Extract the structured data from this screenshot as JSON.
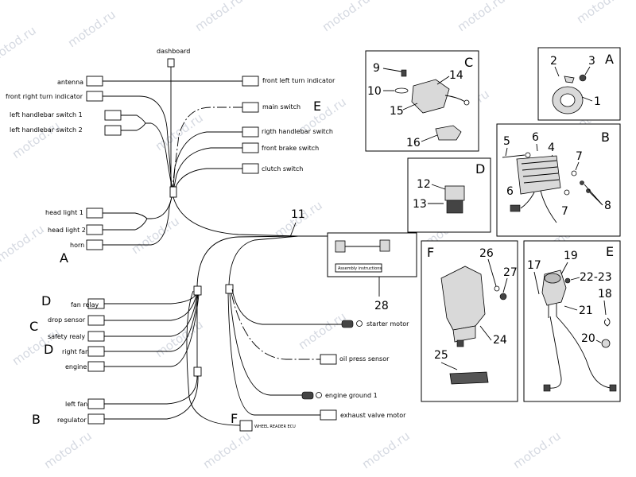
{
  "watermark": "motod.ru",
  "harness_connectors": {
    "dashboard": "dashboard",
    "antenna": "antenna",
    "front_right_turn_indicator": "front right turn indicator",
    "left_handlebar_switch_1": "left handlebar switch 1",
    "left_handlebar_switch_2": "left handlebar switch 2",
    "head_light_1": "head light 1",
    "head_light_2": "head light 2",
    "horn": "horn",
    "front_left_turn_indicator": "front left turn indicator",
    "main_switch": "main switch",
    "right_handlebar_switch": "rigth handlebar switch",
    "front_brake_switch": "front brake switch",
    "clutch_switch": "clutch switch",
    "fan_relay": "fan relay",
    "drop_sensor": "drop sensor",
    "safety_relay": "safety realy",
    "right_fan": "right fan",
    "engine": "engine",
    "left_fan": "left fan",
    "regulator": "regulator",
    "starter_motor": "starter motor",
    "oil_press_sensor": "oil press sensor",
    "engine_ground_1": "engine ground 1",
    "exhaust_valve_motor": "exhaust valve motor",
    "wheel_reader_ecu": "WHEEL READER ECU",
    "assembly_instructions": "Assembly instructions"
  },
  "group_letters": {
    "a": "A",
    "b": "B",
    "c": "C",
    "d": "D",
    "e": "E",
    "f": "F"
  },
  "ref_numbers": {
    "n1": "1",
    "n2": "2",
    "n3": "3",
    "n4": "4",
    "n5": "5",
    "n6": "6",
    "n7": "7",
    "n8": "8",
    "n9": "9",
    "n10": "10",
    "n11": "11",
    "n12": "12",
    "n13": "13",
    "n14": "14",
    "n15": "15",
    "n16": "16",
    "n17": "17",
    "n18": "18",
    "n19": "19",
    "n20": "20",
    "n21": "21",
    "n22_23": "22-23",
    "n24": "24",
    "n25": "25",
    "n26": "26",
    "n27": "27",
    "n28": "28"
  }
}
